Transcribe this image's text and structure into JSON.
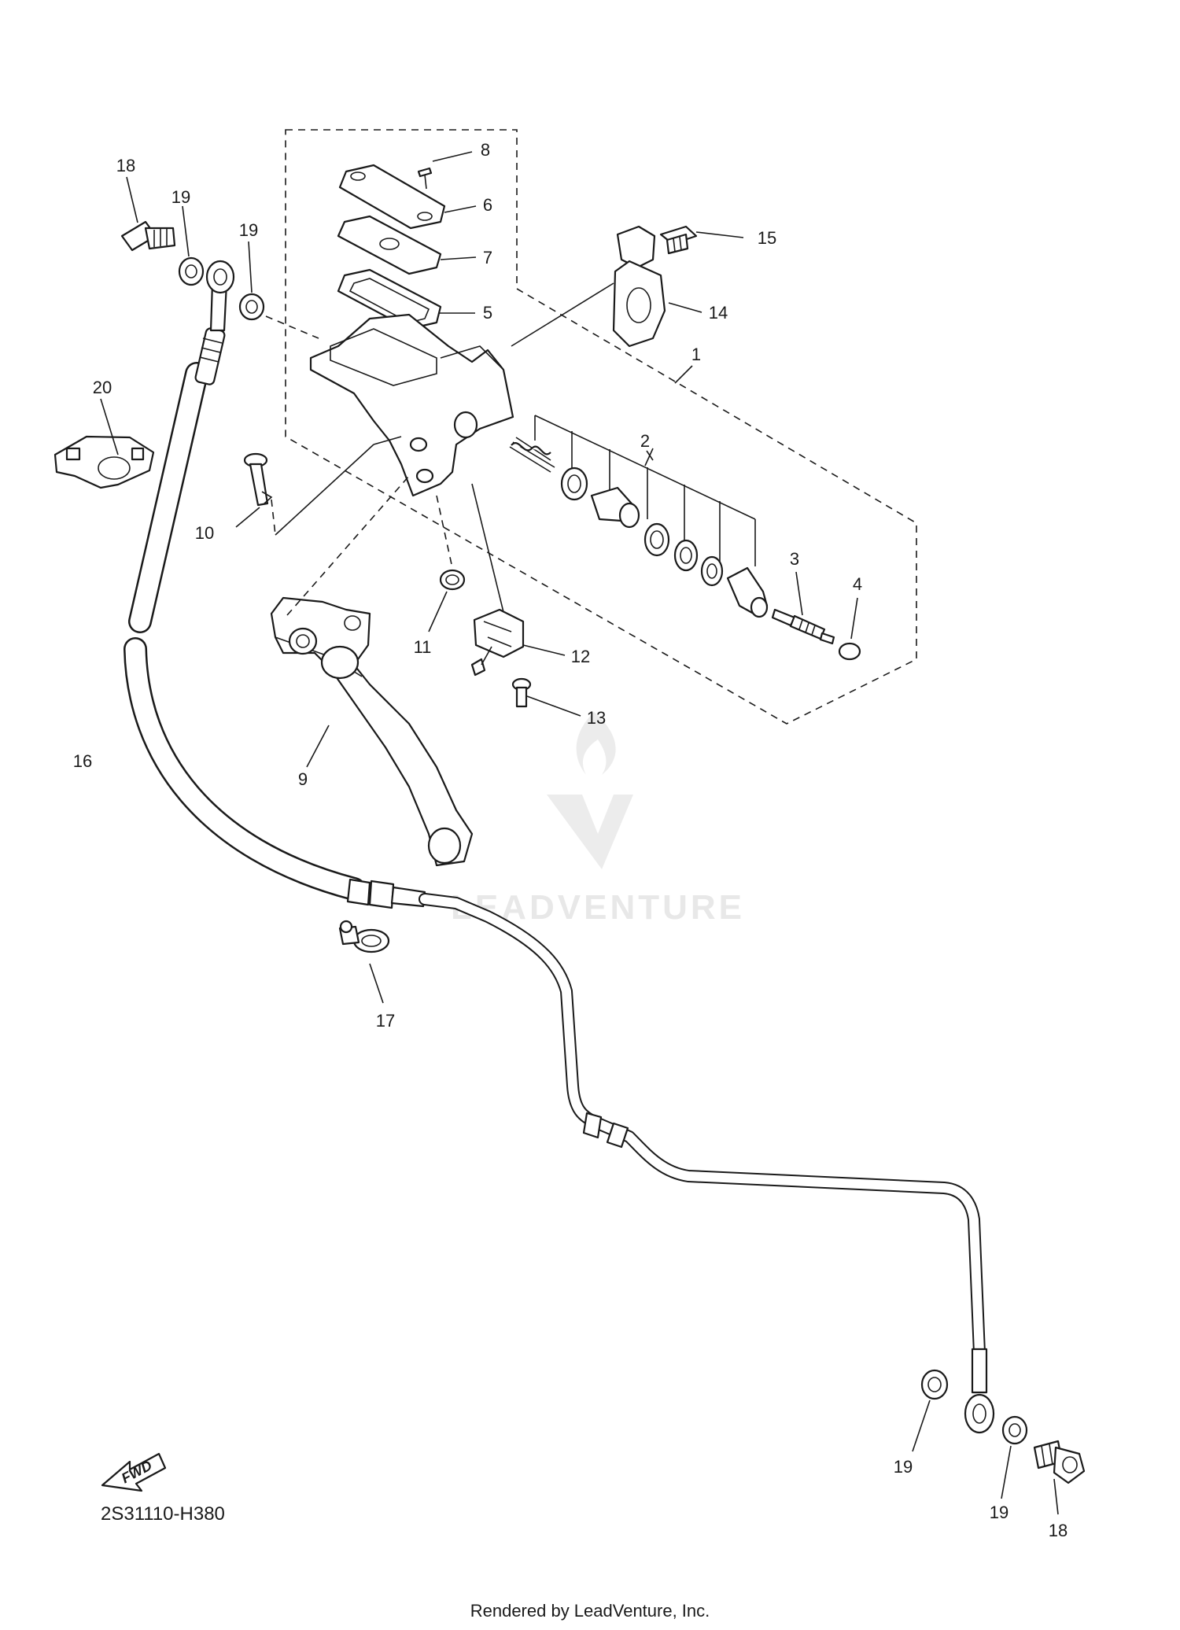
{
  "diagram": {
    "code": "2S31110-H380",
    "footer": "Rendered by LeadVenture, Inc.",
    "watermark": "LEADVENTURE",
    "fwd_label": "FWD",
    "callouts": {
      "c1": "1",
      "c2": "2",
      "c3": "3",
      "c4": "4",
      "c5": "5",
      "c6": "6",
      "c7": "7",
      "c8": "8",
      "c9": "9",
      "c10": "10",
      "c11": "11",
      "c12": "12",
      "c13": "13",
      "c14": "14",
      "c15": "15",
      "c16": "16",
      "c17": "17",
      "c18a": "18",
      "c18b": "18",
      "c19a": "19",
      "c19b": "19",
      "c19c": "19",
      "c19d": "19",
      "c20": "20"
    }
  }
}
